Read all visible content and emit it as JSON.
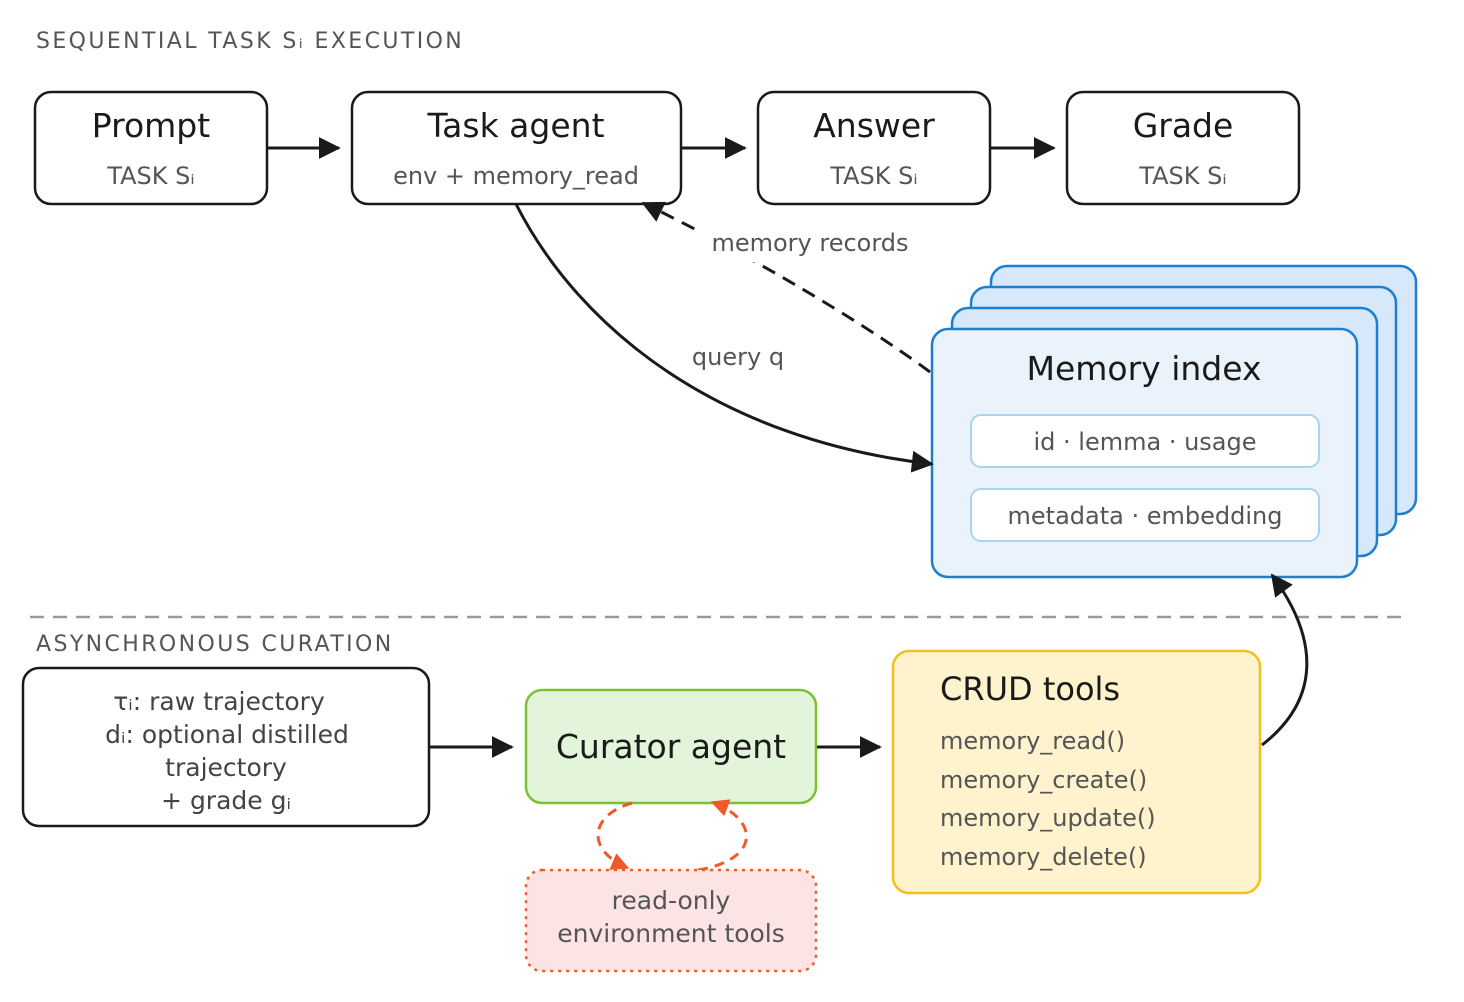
{
  "sections": {
    "top": "SEQUENTIAL TASK Sᵢ EXECUTION",
    "bottom": "ASYNCHRONOUS CURATION"
  },
  "pipeline": {
    "prompt": {
      "title": "Prompt",
      "sub": "TASK Sᵢ"
    },
    "task_agent": {
      "title": "Task agent",
      "sub": "env + memory_read"
    },
    "answer": {
      "title": "Answer",
      "sub": "TASK Sᵢ"
    },
    "grade": {
      "title": "Grade",
      "sub": "TASK Sᵢ"
    }
  },
  "edges": {
    "memory_records": "memory records",
    "query": "query q"
  },
  "memory_index": {
    "title": "Memory index",
    "fields": [
      "id · lemma · usage",
      "metadata · embedding"
    ]
  },
  "trajectory": {
    "lines": [
      "τᵢ: raw trajectory",
      "dᵢ: optional distilled",
      "trajectory",
      "+ grade gᵢ"
    ]
  },
  "curator": {
    "title": "Curator agent"
  },
  "readonly": {
    "lines": [
      "read-only",
      "environment tools"
    ]
  },
  "crud": {
    "title": "CRUD tools",
    "items": [
      "memory_read()",
      "memory_create()",
      "memory_update()",
      "memory_delete()"
    ]
  },
  "colors": {
    "stroke": "#1a1a1a",
    "memory_border": "#1e7fd0",
    "memory_fill": "#eaf3fc",
    "memory_stack_fill": "#d6e8fa",
    "curator_border": "#7cc230",
    "curator_fill": "#e2f5da",
    "crud_border": "#f0c020",
    "crud_fill": "#fff3cd",
    "readonly_border": "#f05a28",
    "readonly_fill": "#fde4e4",
    "divider": "#999999"
  }
}
